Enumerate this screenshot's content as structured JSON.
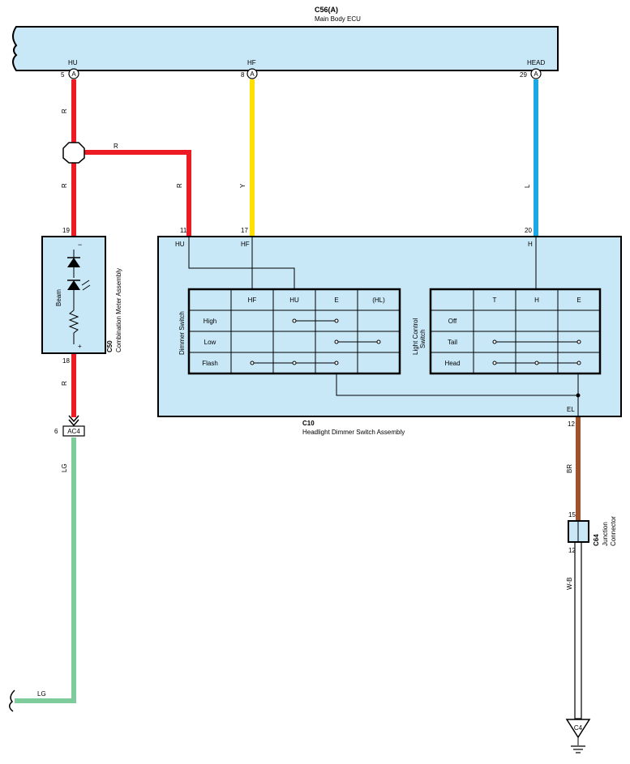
{
  "colors": {
    "panel": "#c8e8f8",
    "wire_R": "#ed1c24",
    "wire_Y": "#ffe000",
    "wire_L": "#1ba9e6",
    "wire_LG": "#7ecb9c",
    "wire_BR": "#a0522d"
  },
  "ecu": {
    "code": "C56(A)",
    "name": "Main Body ECU",
    "pins": [
      {
        "label": "HU",
        "num": "5",
        "conn": "A"
      },
      {
        "label": "HF",
        "num": "8",
        "conn": "A"
      },
      {
        "label": "HEAD",
        "num": "29",
        "conn": "A"
      }
    ]
  },
  "wires": {
    "r_top": "R",
    "r_branch": "R",
    "r_mid": "R",
    "r_right": "R",
    "y": "Y",
    "l": "L",
    "r_bottom": "R",
    "lg_vertical": "LG",
    "lg_horizontal": "LG",
    "br": "BR",
    "wb": "W-B"
  },
  "meter": {
    "code": "C50",
    "name": "Combination Meter Assembly",
    "pin_top": "19",
    "pin_bottom": "18",
    "minus": "−",
    "plus": "+",
    "beam": "Beam"
  },
  "connector_ac4": {
    "pin": "6",
    "label": "AC4"
  },
  "dimmer": {
    "code": "C10",
    "name": "Headlight Dimmer Switch Assembly",
    "pins": [
      {
        "num": "11",
        "label": "HU"
      },
      {
        "num": "17",
        "label": "HF"
      },
      {
        "num": "20",
        "label": "H"
      },
      {
        "num": "12",
        "label": "EL"
      }
    ],
    "dimmer_switch": {
      "title": "Dimmer Switch",
      "columns": [
        "HF",
        "HU",
        "E",
        "(HL)"
      ],
      "rows": [
        "High",
        "Low",
        "Flash"
      ]
    },
    "light_switch": {
      "title_line1": "Light Control",
      "title_line2": "Switch",
      "columns": [
        "T",
        "H",
        "E"
      ],
      "rows": [
        "Off",
        "Tail",
        "Head"
      ]
    }
  },
  "junction": {
    "code": "C64",
    "line1": "Junction",
    "line2": "Connector",
    "pin_top": "15",
    "pin_bottom": "12"
  },
  "ground": {
    "label": "C4"
  }
}
